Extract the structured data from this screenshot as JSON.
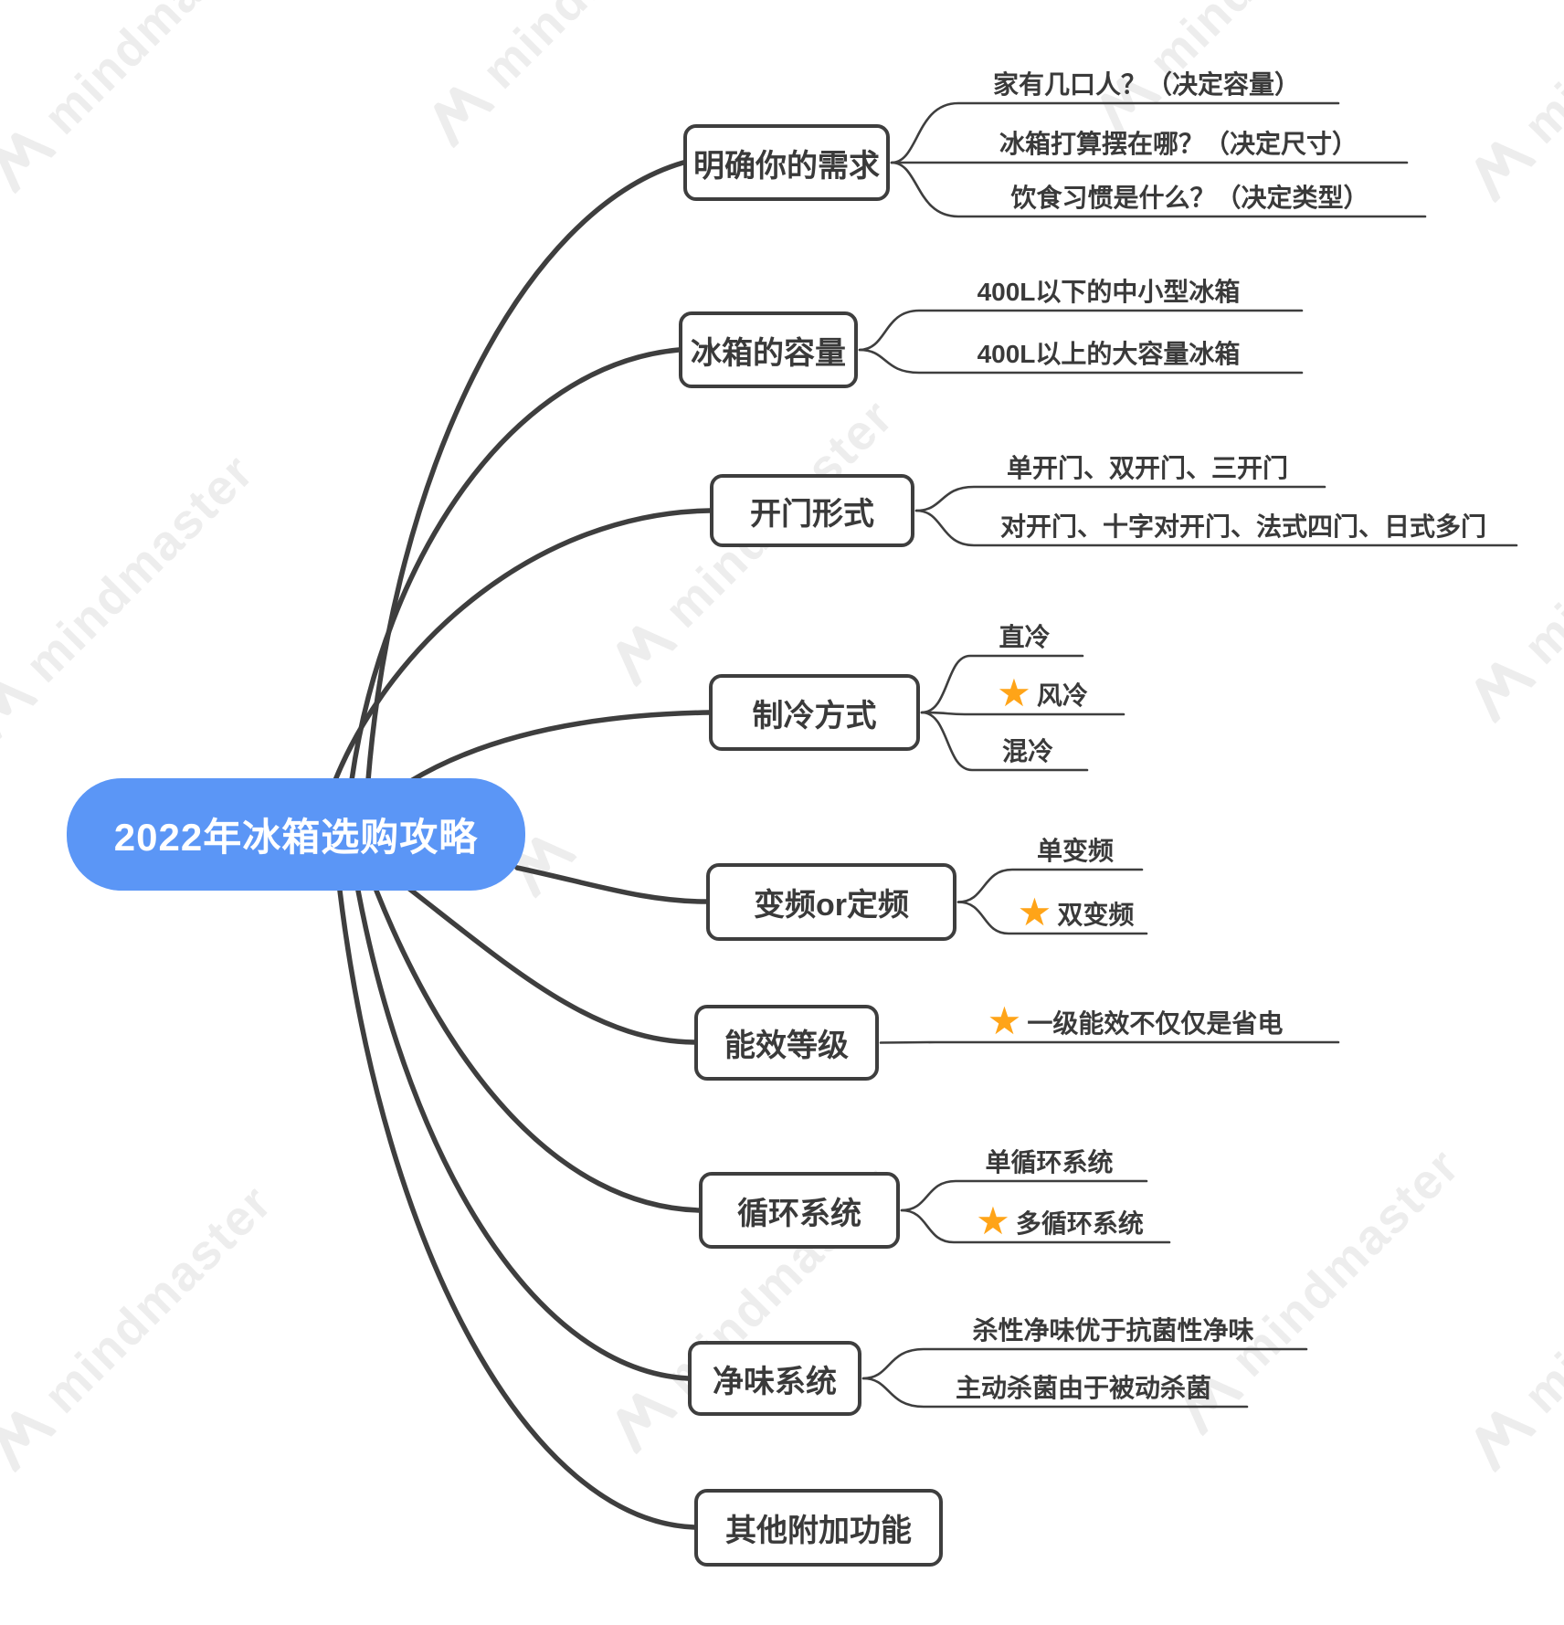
{
  "watermark": {
    "text": "mindmaster"
  },
  "central": {
    "label": "2022年冰箱选购攻略"
  },
  "branches": [
    {
      "label": "明确你的需求",
      "children": [
        {
          "label": "家有几口人？（决定容量）",
          "star": false
        },
        {
          "label": "冰箱打算摆在哪？（决定尺寸）",
          "star": false
        },
        {
          "label": "饮食习惯是什么？（决定类型）",
          "star": false
        }
      ]
    },
    {
      "label": "冰箱的容量",
      "children": [
        {
          "label": "400L以下的中小型冰箱",
          "star": false
        },
        {
          "label": "400L以上的大容量冰箱",
          "star": false
        }
      ]
    },
    {
      "label": "开门形式",
      "children": [
        {
          "label": "单开门、双开门、三开门",
          "star": false
        },
        {
          "label": "对开门、十字对开门、法式四门、日式多门",
          "star": false
        }
      ]
    },
    {
      "label": "制冷方式",
      "children": [
        {
          "label": "直冷",
          "star": false
        },
        {
          "label": "风冷",
          "star": true
        },
        {
          "label": "混冷",
          "star": false
        }
      ]
    },
    {
      "label": "变频or定频",
      "children": [
        {
          "label": "单变频",
          "star": false
        },
        {
          "label": "双变频",
          "star": true
        }
      ]
    },
    {
      "label": "能效等级",
      "children": [
        {
          "label": "一级能效不仅仅是省电",
          "star": true
        }
      ]
    },
    {
      "label": "循环系统",
      "children": [
        {
          "label": "单循环系统",
          "star": false
        },
        {
          "label": "多循环系统",
          "star": true
        }
      ]
    },
    {
      "label": "净味系统",
      "children": [
        {
          "label": "杀性净味优于抗菌性净味",
          "star": false
        },
        {
          "label": "主动杀菌由于被动杀菌",
          "star": false
        }
      ]
    },
    {
      "label": "其他附加功能",
      "children": []
    }
  ],
  "icons": {
    "star": "★"
  },
  "colors": {
    "background": "#FFFFFF",
    "central_bg": "#5B96F6",
    "central_text": "#FFFFFF",
    "node_border": "#3E3E3E",
    "node_text": "#3A3A3A",
    "child_text": "#3A3A3A",
    "star": "#FFA418",
    "connector": "#3E3E3E",
    "watermark": "#EDEDED"
  }
}
